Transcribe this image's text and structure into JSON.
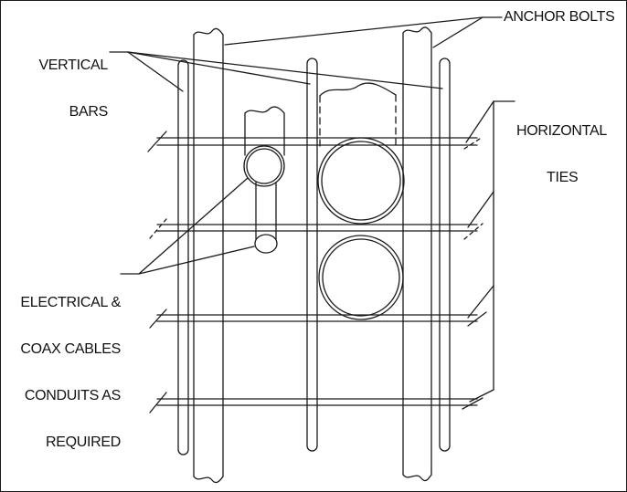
{
  "labels": {
    "anchor_bolts": "ANCHOR BOLTS",
    "vertical_bars": [
      "VERTICAL",
      "BARS"
    ],
    "horizontal_ties": [
      "HORIZONTAL",
      "TIES"
    ],
    "conduits": [
      "ELECTRICAL &",
      "COAX CABLES",
      "CONDUITS AS",
      "REQUIRED"
    ]
  },
  "colors": {
    "line": "#1a1a1a",
    "background": "#ffffff"
  }
}
